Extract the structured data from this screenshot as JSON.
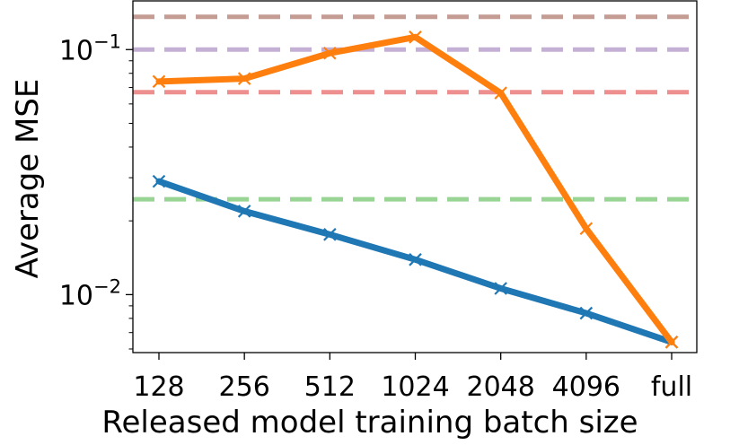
{
  "chart_data": {
    "type": "line",
    "xlabel": "Released model training batch size",
    "ylabel": "Average MSE",
    "yscale": "log",
    "ylim": [
      0.0058,
      0.158
    ],
    "grid": false,
    "categories": [
      "128",
      "256",
      "512",
      "1024",
      "2048",
      "4096",
      "full"
    ],
    "y_ticks": [
      {
        "value": 0.1,
        "base": "10",
        "exp": "−1"
      },
      {
        "value": 0.01,
        "base": "10",
        "exp": "−2"
      }
    ],
    "series": [
      {
        "color": "#1f77b4",
        "marker": "x",
        "values": [
          0.029,
          0.0219,
          0.0176,
          0.0139,
          0.0106,
          0.0084,
          0.0064
        ]
      },
      {
        "color": "#ff7f0e",
        "marker": "x",
        "values": [
          0.0741,
          0.0761,
          0.0967,
          0.1125,
          0.0665,
          0.0186,
          0.0064
        ]
      }
    ],
    "reference_lines": [
      {
        "color": "#c49c94",
        "value": 0.136
      },
      {
        "color": "#c5b0d5",
        "value": 0.1
      },
      {
        "color": "#ee8f8f",
        "value": 0.067
      },
      {
        "color": "#98d594",
        "value": 0.0245
      }
    ]
  }
}
